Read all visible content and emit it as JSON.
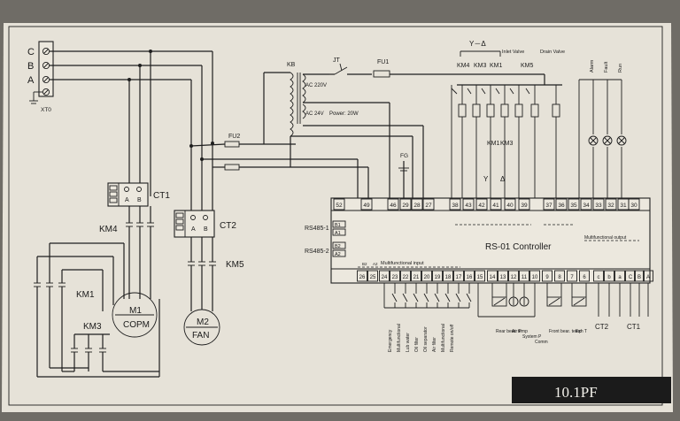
{
  "terminal_block": {
    "phases": [
      "C",
      "B",
      "A"
    ],
    "ground_label": "XT0"
  },
  "contactors": {
    "km1": "KM1",
    "km3": "KM3",
    "km4": "KM4",
    "km5": "KM5",
    "kb": "KB",
    "jt": "JT"
  },
  "current_transformers": {
    "ct1": "CT1",
    "ct2": "CT2",
    "ct_pins": [
      "A",
      "B"
    ]
  },
  "motors": [
    {
      "id": "M1",
      "name": "COPM"
    },
    {
      "id": "M2",
      "name": "FAN"
    }
  ],
  "transformer": {
    "primary": "AC 220V",
    "secondary": "AC 24V",
    "power": "Power: 20W"
  },
  "fuses": {
    "fu1": "FU1",
    "fu2": "FU2",
    "fg": "FG"
  },
  "star_delta": "Y－Δ",
  "valves": {
    "inlet": "Inlet Valve",
    "drain": "Drain Valve"
  },
  "top_relays": [
    "KM4",
    "KM3",
    "KM1",
    "KM5"
  ],
  "controller": {
    "name": "RS-01 Controller",
    "rs485_1": "RS485-1",
    "rs485_2": "RS485-2",
    "rs485_pins": [
      "B1",
      "A1",
      "B2",
      "A2"
    ],
    "top_terminals": [
      "52",
      "49",
      "46",
      "29",
      "28",
      "27",
      "38",
      "43",
      "42",
      "41",
      "40",
      "39",
      "37",
      "36",
      "35",
      "34",
      "33",
      "32",
      "31",
      "30"
    ],
    "bottom_terminals": [
      "26",
      "25",
      "24",
      "23",
      "22",
      "21",
      "20",
      "19",
      "18",
      "17",
      "16",
      "15",
      "14",
      "13",
      "12",
      "11",
      "10",
      "9",
      "8",
      "7",
      "6",
      "c",
      "b",
      "a",
      "C",
      "B",
      "A"
    ],
    "multifunctional_input": "Multifunctional input",
    "multifunctional_output": "Multifunctional output",
    "bottom_small": [
      "B2",
      "A2"
    ]
  },
  "sensor_labels": [
    "Emergency",
    "Multifunctional",
    "Lub water",
    "Oil filter",
    "Oil separator",
    "Air filter",
    "Multifunctional",
    "Remote on/off",
    "Rear bear. temp",
    "Air P",
    "System P",
    "Comm",
    "Front bear. temp",
    "Exh T"
  ],
  "ct_bottom": {
    "ct2": "CT2",
    "ct1": "CT1"
  },
  "output_labels": [
    "Alarm",
    "Fault",
    "Run"
  ],
  "km_coil_labels": {
    "km1": "KM1",
    "km3": "KM3",
    "y": "Y",
    "delta": "Δ"
  },
  "footer": "10.1PF"
}
